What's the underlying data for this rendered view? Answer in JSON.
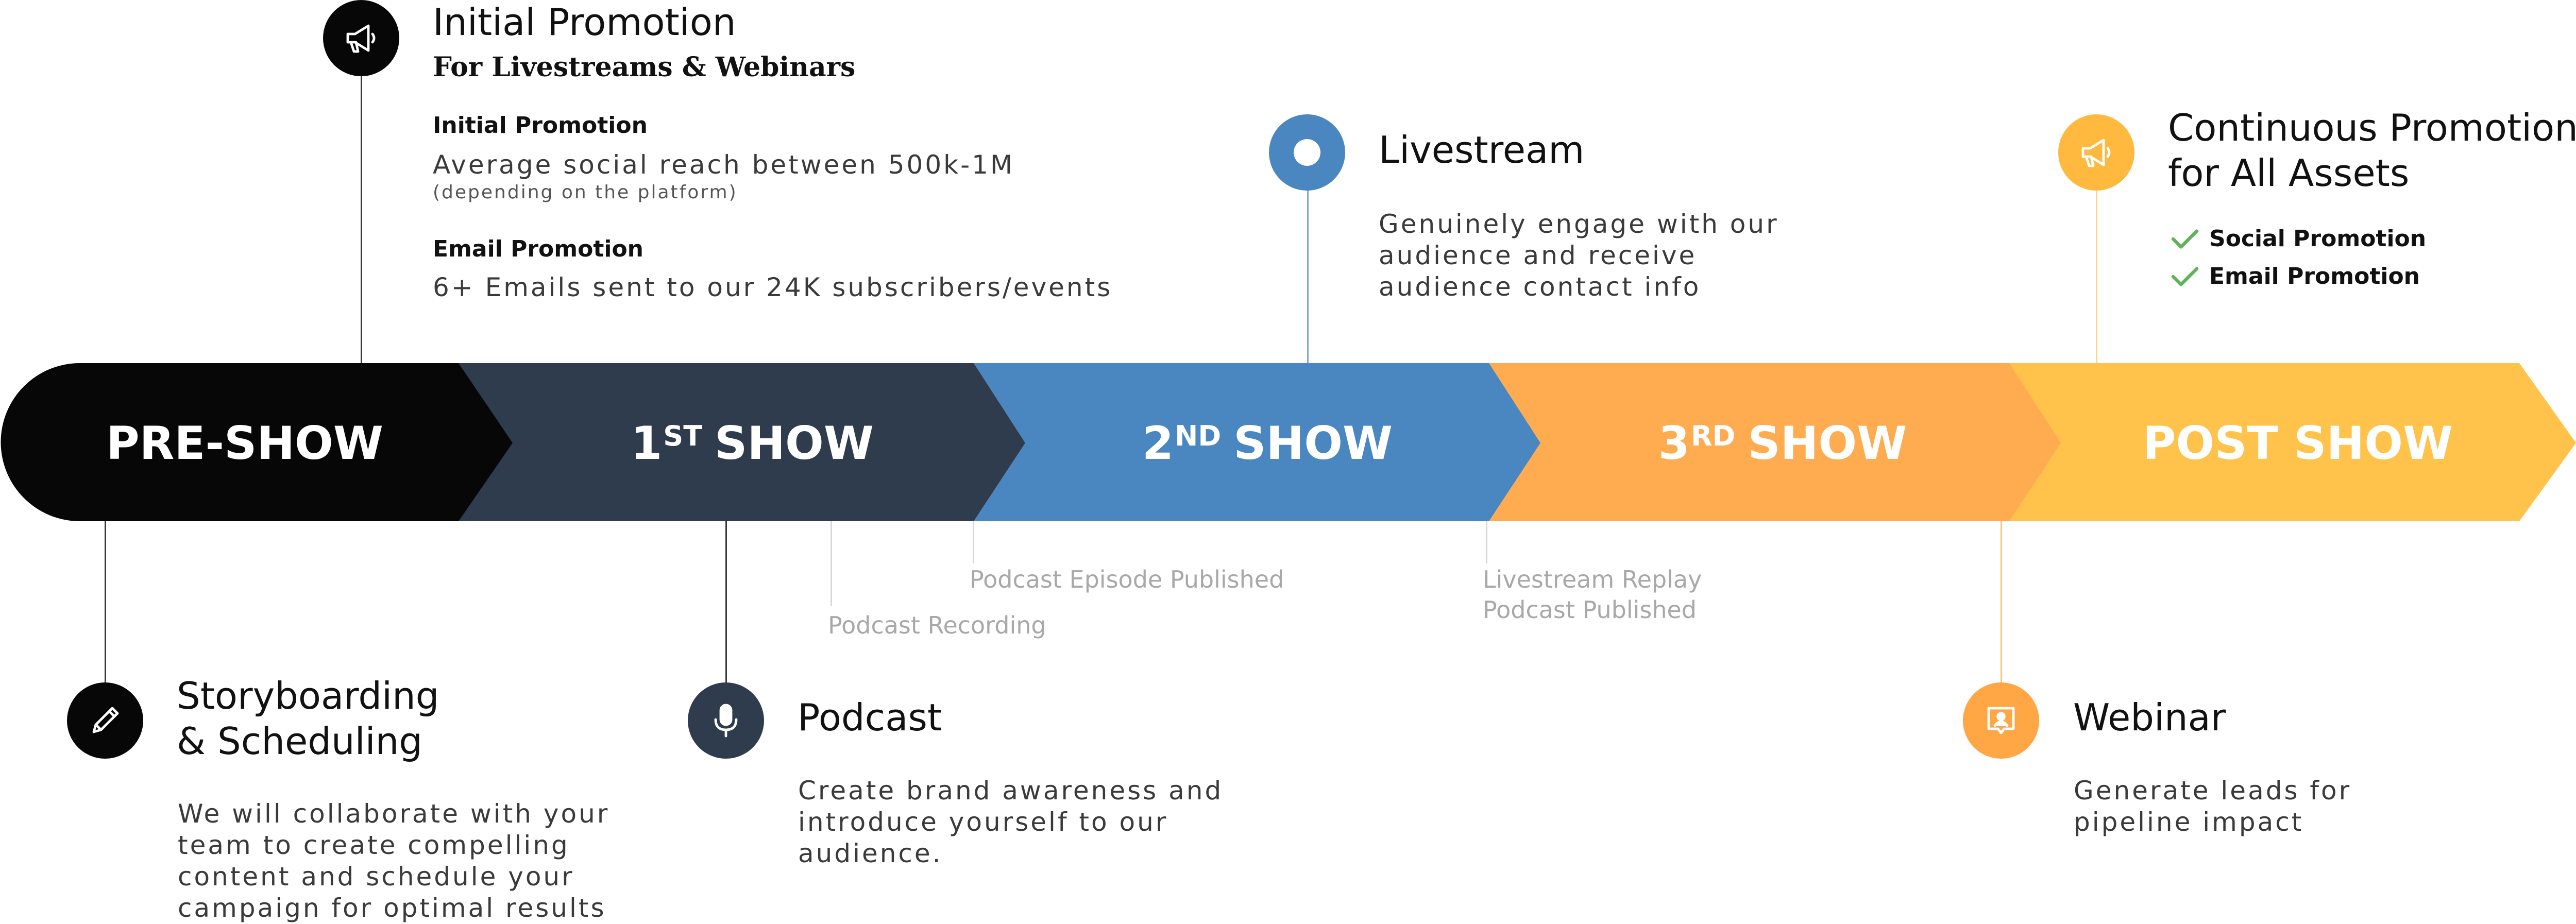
{
  "colors": {
    "preshow": "#070707",
    "show1": "#2f3c4e",
    "show2": "#4a86bf",
    "show3": "#ffab4f",
    "postshow": "#ffc24b",
    "check": "#5fb35a"
  },
  "stages": [
    {
      "main": "PRE-SHOW",
      "sup": "",
      "rest": ""
    },
    {
      "main": "1",
      "sup": "ST",
      "rest": "SHOW"
    },
    {
      "main": "2",
      "sup": "ND",
      "rest": "SHOW"
    },
    {
      "main": "3",
      "sup": "RD",
      "rest": "SHOW"
    },
    {
      "main": "POST SHOW",
      "sup": "",
      "rest": ""
    }
  ],
  "initial_promotion": {
    "icon": "megaphone-icon",
    "title": "Initial Promotion",
    "subtitle": "For Livestreams & Webinars",
    "label1": "Initial Promotion",
    "text1": "Average social reach between 500k-1M",
    "note1": "(depending on the platform)",
    "label2": "Email Promotion",
    "text2": "6+ Emails sent to our 24K subscribers/events"
  },
  "livestream": {
    "icon": "record-icon",
    "title": "Livestream",
    "lines": [
      "Genuinely engage with our",
      "audience and receive",
      "audience contact info"
    ]
  },
  "continuous": {
    "icon": "megaphone-icon",
    "title_lines": [
      "Continuous Promotion",
      "for All Assets"
    ],
    "items": [
      "Social Promotion",
      "Email Promotion"
    ]
  },
  "storyboarding": {
    "icon": "pencil-icon",
    "title_lines": [
      "Storyboarding",
      "& Scheduling"
    ],
    "lines": [
      "We will collaborate with your",
      "team to create compelling",
      "content and schedule your",
      "campaign for optimal results"
    ]
  },
  "podcast": {
    "icon": "microphone-icon",
    "title": "Podcast",
    "lines": [
      "Create brand awareness and",
      "introduce yourself to our",
      "audience."
    ]
  },
  "webinar": {
    "icon": "presentation-icon",
    "title": "Webinar",
    "lines": [
      "Generate leads for",
      "pipeline impact"
    ]
  },
  "milestones": {
    "podcast_recording": "Podcast Recording",
    "podcast_episode": "Podcast Episode Published",
    "replay_lines": [
      "Livestream Replay",
      "Podcast Published"
    ]
  }
}
